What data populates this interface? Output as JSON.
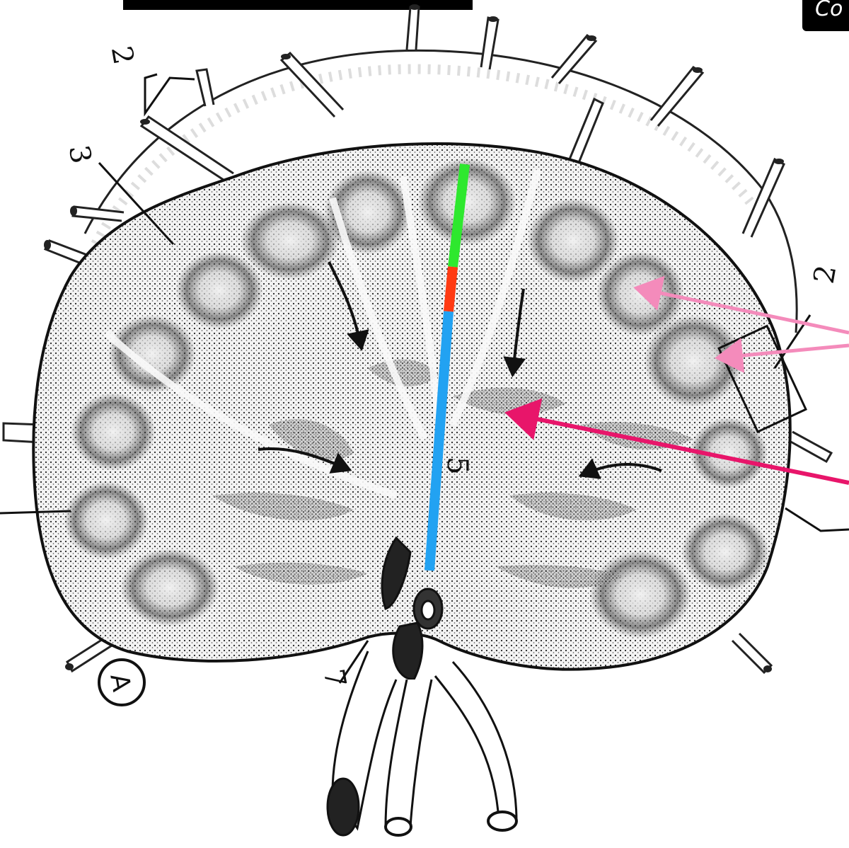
{
  "labels": {
    "top_banner": "",
    "corner_tag": "Co",
    "num_2_top": "2",
    "num_3": "3",
    "num_2_right": "2",
    "num_5": "5",
    "num_7": "7",
    "circle_a": "A"
  },
  "colors": {
    "marker_green": "#2ee82e",
    "marker_red": "#ff3a12",
    "marker_blue": "#22a2f2",
    "arrow_light_pink": "#f48bbb",
    "arrow_dark_pink": "#e8156a"
  }
}
